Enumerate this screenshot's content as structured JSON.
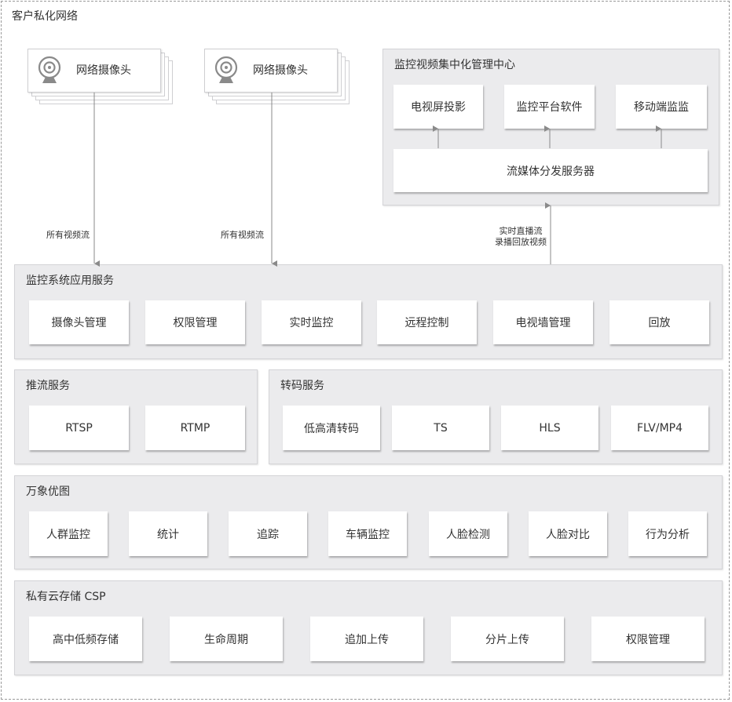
{
  "network_label": "客户私化网络",
  "cameras": [
    {
      "label": "网络摄像头",
      "icon": "webcam-icon"
    },
    {
      "label": "网络摄像头",
      "icon": "webcam-icon"
    }
  ],
  "camera_flows": [
    "所有视频流",
    "所有视频流"
  ],
  "management_center": {
    "title": "监控视频集中化管理中心",
    "outputs": [
      "电视屏投影",
      "监控平台软件",
      "移动端监监"
    ],
    "distribution": "流媒体分发服务器"
  },
  "uplink_labels": [
    "实时直播流",
    "录播回放视频"
  ],
  "app_services": {
    "title": "监控系统应用服务",
    "items": [
      "摄像头管理",
      "权限管理",
      "实时监控",
      "远程控制",
      "电视墙管理",
      "回放"
    ]
  },
  "push_services": {
    "title": "推流服务",
    "items": [
      "RTSP",
      "RTMP"
    ]
  },
  "transcode_services": {
    "title": "转码服务",
    "items": [
      "低高清转码",
      "TS",
      "HLS",
      "FLV/MP4"
    ]
  },
  "wanxiang": {
    "title": "万象优图",
    "items": [
      "人群监控",
      "统计",
      "追踪",
      "车辆监控",
      "人脸检测",
      "人脸对比",
      "行为分析"
    ]
  },
  "storage": {
    "title": "私有云存储 CSP",
    "items": [
      "高中低频存储",
      "生命周期",
      "追加上传",
      "分片上传",
      "权限管理"
    ]
  },
  "colors": {
    "group_fill": "#ebebed",
    "group_border": "#d4d4d7",
    "arrow": "#8a8a8a",
    "text": "#333333"
  }
}
